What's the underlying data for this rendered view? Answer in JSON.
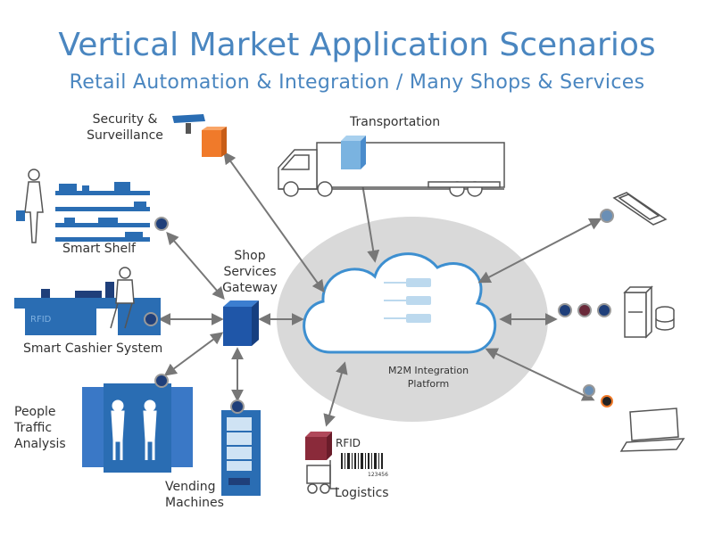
{
  "title": "Vertical Market Application Scenarios",
  "subtitle": "Retail Automation & Integration / Many Shops & Services",
  "labels": {
    "security": [
      "Security &",
      "Surveillance"
    ],
    "transportation": "Transportation",
    "smart_shelf": "Smart Shelf",
    "gateway": [
      "Shop",
      "Services",
      "Gateway"
    ],
    "cashier": "Smart Cashier System",
    "people": [
      "People",
      "Traffic",
      "Analysis"
    ],
    "vending": [
      "Vending",
      "Machines"
    ],
    "rfid": "RFID",
    "logistics": "Logistics",
    "m2m": [
      "M2M Integration",
      "Platform"
    ],
    "rfid_counter": "RFID",
    "barcode_number": "123456"
  },
  "colors": {
    "title": "#4a86c0",
    "device_blue": "#2a6db3",
    "orange": "#f07a2a",
    "maroon": "#8a2a3a",
    "ellipse": "#d9d9d9",
    "cloud_stroke": "#3d8fd0"
  }
}
